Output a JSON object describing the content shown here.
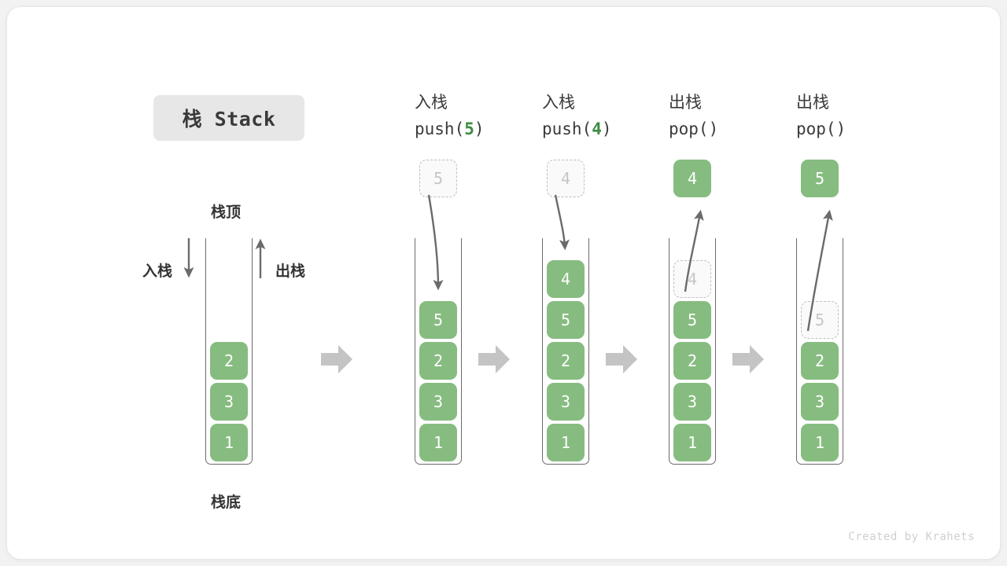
{
  "title_badge": "栈 Stack",
  "left_panel": {
    "top_label": "栈顶",
    "bottom_label": "栈底",
    "push_label": "入栈",
    "pop_label": "出栈",
    "stack": [
      "2",
      "3",
      "1"
    ]
  },
  "steps": [
    {
      "op_cn": "入栈",
      "op_code_prefix": "push(",
      "op_code_num": "5",
      "op_code_suffix": ")",
      "kind": "push",
      "ghost_value": "5",
      "ghost_position": "above",
      "stack": [
        "5",
        "2",
        "3",
        "1"
      ],
      "result_value": ""
    },
    {
      "op_cn": "入栈",
      "op_code_prefix": "push(",
      "op_code_num": "4",
      "op_code_suffix": ")",
      "kind": "push",
      "ghost_value": "4",
      "ghost_position": "above",
      "stack": [
        "4",
        "5",
        "2",
        "3",
        "1"
      ],
      "result_value": ""
    },
    {
      "op_cn": "出栈",
      "op_code_prefix": "pop(",
      "op_code_num": "",
      "op_code_suffix": ")",
      "kind": "pop",
      "ghost_value": "4",
      "ghost_position": "in-stack",
      "stack": [
        "5",
        "2",
        "3",
        "1"
      ],
      "result_value": "4"
    },
    {
      "op_cn": "出栈",
      "op_code_prefix": "pop(",
      "op_code_num": "",
      "op_code_suffix": ")",
      "kind": "pop",
      "ghost_value": "5",
      "ghost_position": "in-stack",
      "stack": [
        "2",
        "3",
        "1"
      ],
      "result_value": "5"
    }
  ],
  "colors": {
    "block_green": "#86bc80",
    "accent_green": "#3c8c42",
    "chevron_gray": "#c4c4c4",
    "arrow_gray": "#6b6b6b",
    "ghost_border": "#bfbfbf",
    "badge_bg": "#e7e7e7"
  },
  "footer": "Created by Krahets"
}
